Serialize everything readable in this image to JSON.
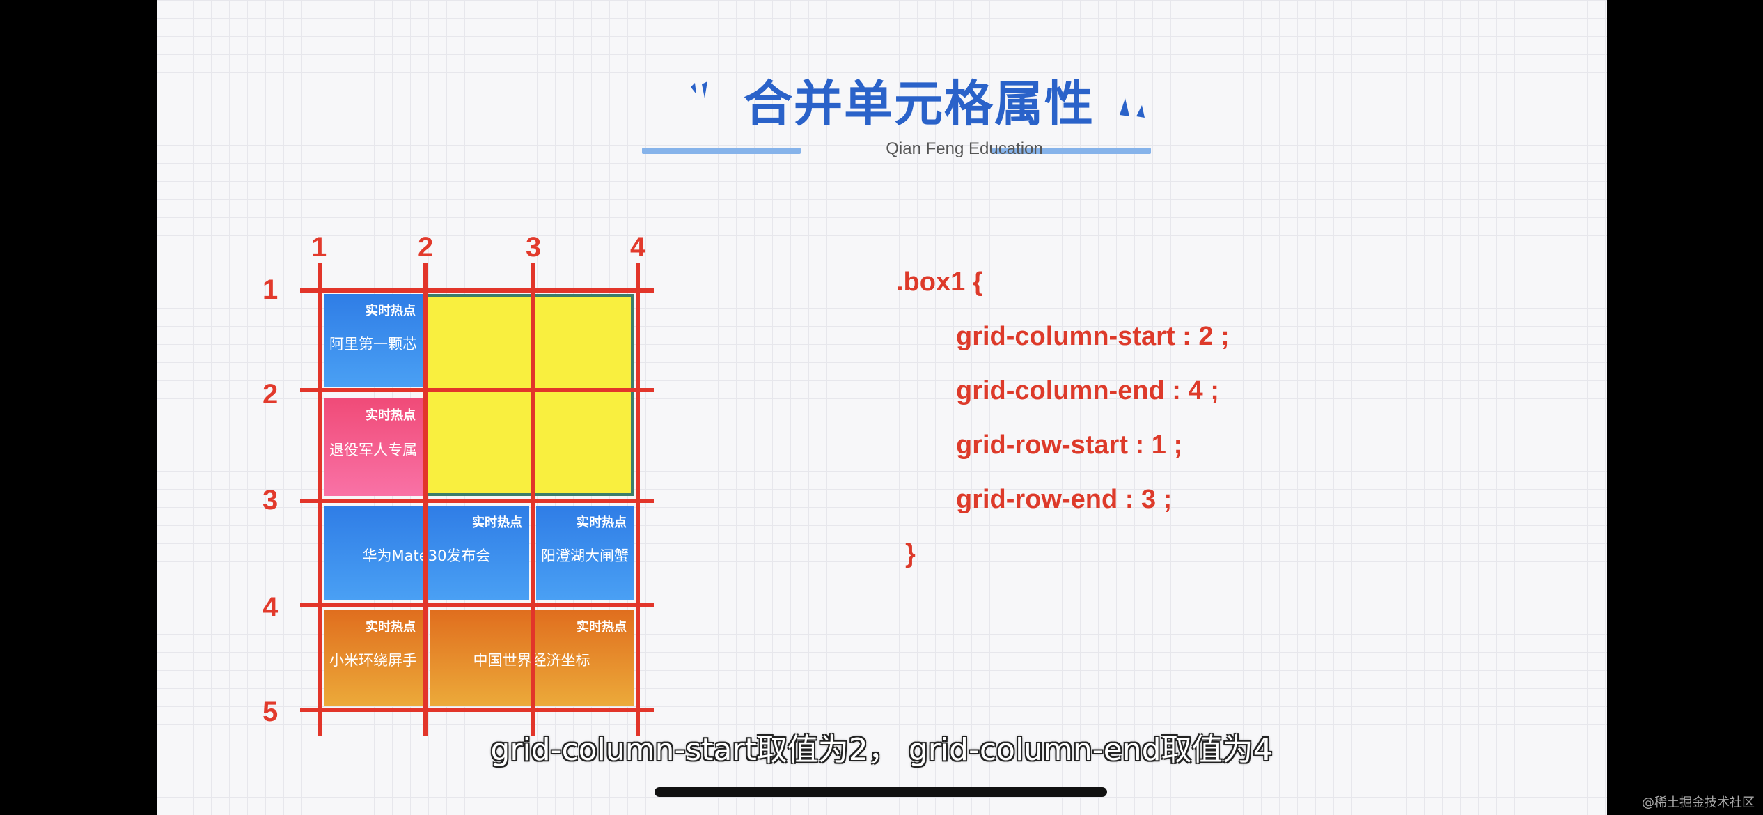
{
  "slide": {
    "title": "合并单元格属性",
    "subtitle": "Qian Feng Education",
    "accent_color": "#2a62c9",
    "code_color": "#dd3a2a"
  },
  "grid": {
    "column_numbers": [
      "1",
      "2",
      "3",
      "4"
    ],
    "row_numbers": [
      "1",
      "2",
      "3",
      "4",
      "5"
    ],
    "cells": [
      {
        "tag": "实时热点",
        "name": "阿里第一颗芯",
        "color": "blue"
      },
      {
        "tag": "实时热点",
        "name": "退役军人专属",
        "color": "pink"
      },
      {
        "tag": "实时热点",
        "name": "华为Mate30发布会",
        "color": "blue"
      },
      {
        "tag": "实时热点",
        "name": "阳澄湖大闸蟹",
        "color": "blue"
      },
      {
        "tag": "实时热点",
        "name": "小米环绕屏手",
        "color": "orange"
      },
      {
        "tag": "实时热点",
        "name": "中国世界经济坐标",
        "color": "orange"
      }
    ]
  },
  "code": {
    "lines": [
      ".box1 {",
      "grid-column-start : 2 ;",
      "grid-column-end : 4 ;",
      "grid-row-start : 1 ;",
      "grid-row-end : 3 ;",
      "}"
    ]
  },
  "caption": "grid-column-start取值为2， grid-column-end取值为4",
  "watermark": "@稀土掘金技术社区"
}
